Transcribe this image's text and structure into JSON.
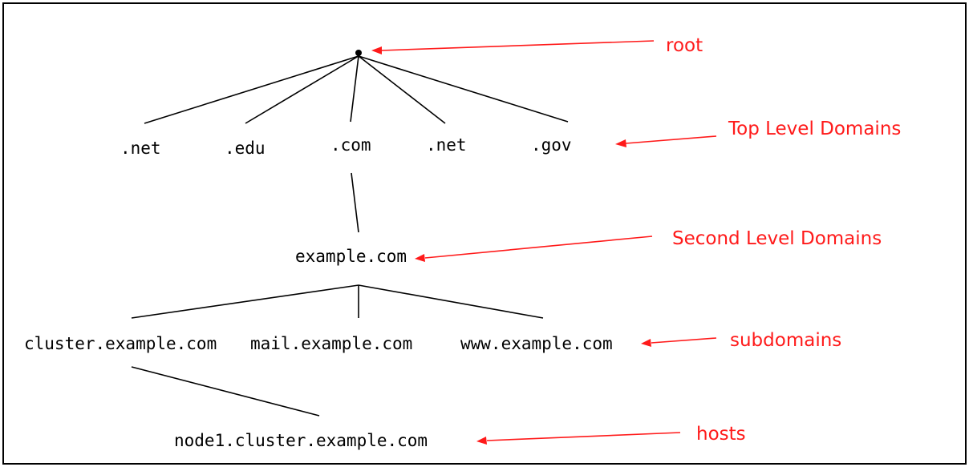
{
  "diagram": {
    "nodes": {
      "tld_net_1": ".net",
      "tld_edu": ".edu",
      "tld_com": ".com",
      "tld_net_2": ".net",
      "tld_gov": ".gov",
      "second_level": "example.com",
      "sub_cluster": "cluster.example.com",
      "sub_mail": "mail.example.com",
      "sub_www": "www.example.com",
      "host": "node1.cluster.example.com"
    },
    "annotations": {
      "root": "root",
      "tld": "Top Level Domains",
      "sld": "Second Level Domains",
      "subdomains": "subdomains",
      "hosts": "hosts"
    },
    "colors": {
      "annotation": "#ff1a1a",
      "tree": "#000000",
      "border": "#000000"
    }
  }
}
